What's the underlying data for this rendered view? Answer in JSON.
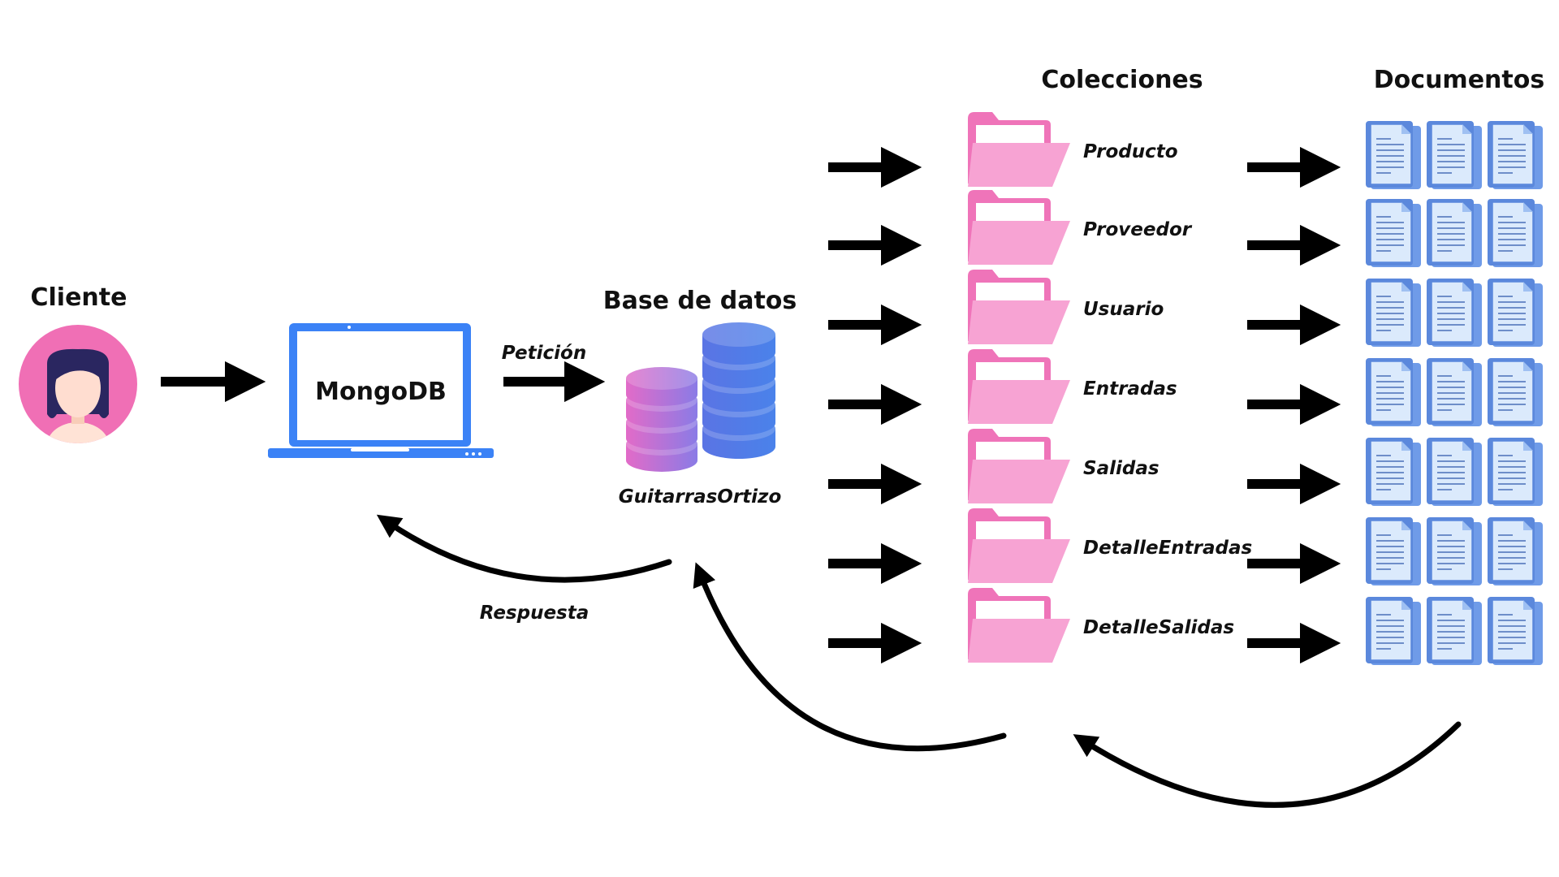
{
  "labels": {
    "client": "Cliente",
    "app": "MongoDB",
    "request": "Petición",
    "database_heading": "Base de datos",
    "database_name": "GuitarrasOrtizo",
    "response": "Respuesta",
    "collections_heading": "Colecciones",
    "documents_heading": "Documentos"
  },
  "collections": [
    "Producto",
    "Proveedor",
    "Usuario",
    "Entradas",
    "Salidas",
    "DetalleEntradas",
    "DetalleSalidas"
  ],
  "documents_per_collection": 3,
  "icons": {
    "client": "woman-avatar-icon",
    "app": "laptop-icon",
    "database": "database-stack-icon",
    "collection": "folder-icon",
    "document": "document-icon",
    "arrow": "arrow-right-icon"
  },
  "colors": {
    "avatar_bg": "#f06fb5",
    "laptop": "#3b82f6",
    "db_pink": "#d070d2",
    "db_blue": "#4f78e6",
    "folder": "#f7a3d3",
    "folder_back": "#ef74b9",
    "document": "#6f9be8",
    "document_paper": "#dbeafc",
    "arrow": "#000000"
  }
}
